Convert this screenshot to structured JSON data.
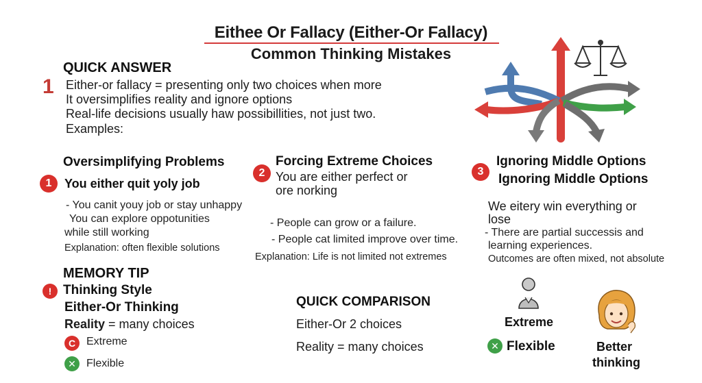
{
  "header": {
    "title": "Eithee Or Fallacy (Either-Or Fallacy)",
    "subtitle": "Common Thinking Mistakes"
  },
  "quick_answer": {
    "heading": "QUICK ANSWER",
    "marker": "1",
    "lines": [
      "Either-or fallacy = presenting only two choices when more",
      "It oversimplifies reality and ignore options",
      "Real-life decisions usually haw possibillities, not just two.",
      "Examples:"
    ]
  },
  "examples": [
    {
      "heading": "Oversimplifying Problems",
      "number": "1",
      "example": "You either quit yoly job",
      "points": [
        "- You canit youy job or stay unhappy",
        "You can explore oppotunities",
        "while still working"
      ],
      "explanation": "Explanation: often flexible solutions"
    },
    {
      "heading": "Forcing Extreme Choices",
      "number": "2",
      "example_lines": [
        "You are either perfect or",
        "ore norking"
      ],
      "points": [
        "- People can grow or a failure.",
        "- People cat limited improve over time."
      ],
      "explanation": "Explanation: Life is not limited not extremes"
    },
    {
      "heading": "Ignoring Middle Options",
      "number": "3",
      "subheading": "Ignoring Middle Options",
      "example_lines": [
        "We eitery win everything or",
        "lose"
      ],
      "points": [
        "- There are partial successis and",
        "learning experiences."
      ],
      "explanation": "Outcomes are often mixed, not absolute"
    }
  ],
  "memory_tip": {
    "heading": "MEMORY TIP",
    "badge": "!",
    "style_label": "Thinking Style",
    "either_or": "Either-Or Thinking",
    "reality_bold": "Reality",
    "reality_rest": " = many choices",
    "items": [
      {
        "label": "Extreme",
        "icon": "c-circle-icon",
        "color": "#d9302c"
      },
      {
        "label": "Flexible",
        "icon": "x-circle-icon",
        "color": "#3fa048"
      }
    ]
  },
  "quick_comparison": {
    "heading": "QUICK COMPARISON",
    "rows": [
      "Either-Or 2 choices",
      "Reality = many choices"
    ]
  },
  "right_bottom": {
    "extreme_label": "Extreme",
    "flexible_label": "Flexible",
    "better_lines": [
      "Better",
      "thinking"
    ]
  },
  "colors": {
    "accent_red": "#d9302c",
    "accent_green": "#3fa048",
    "arrow_blue": "#4f7bb0",
    "arrow_gray": "#6e6e6e"
  }
}
